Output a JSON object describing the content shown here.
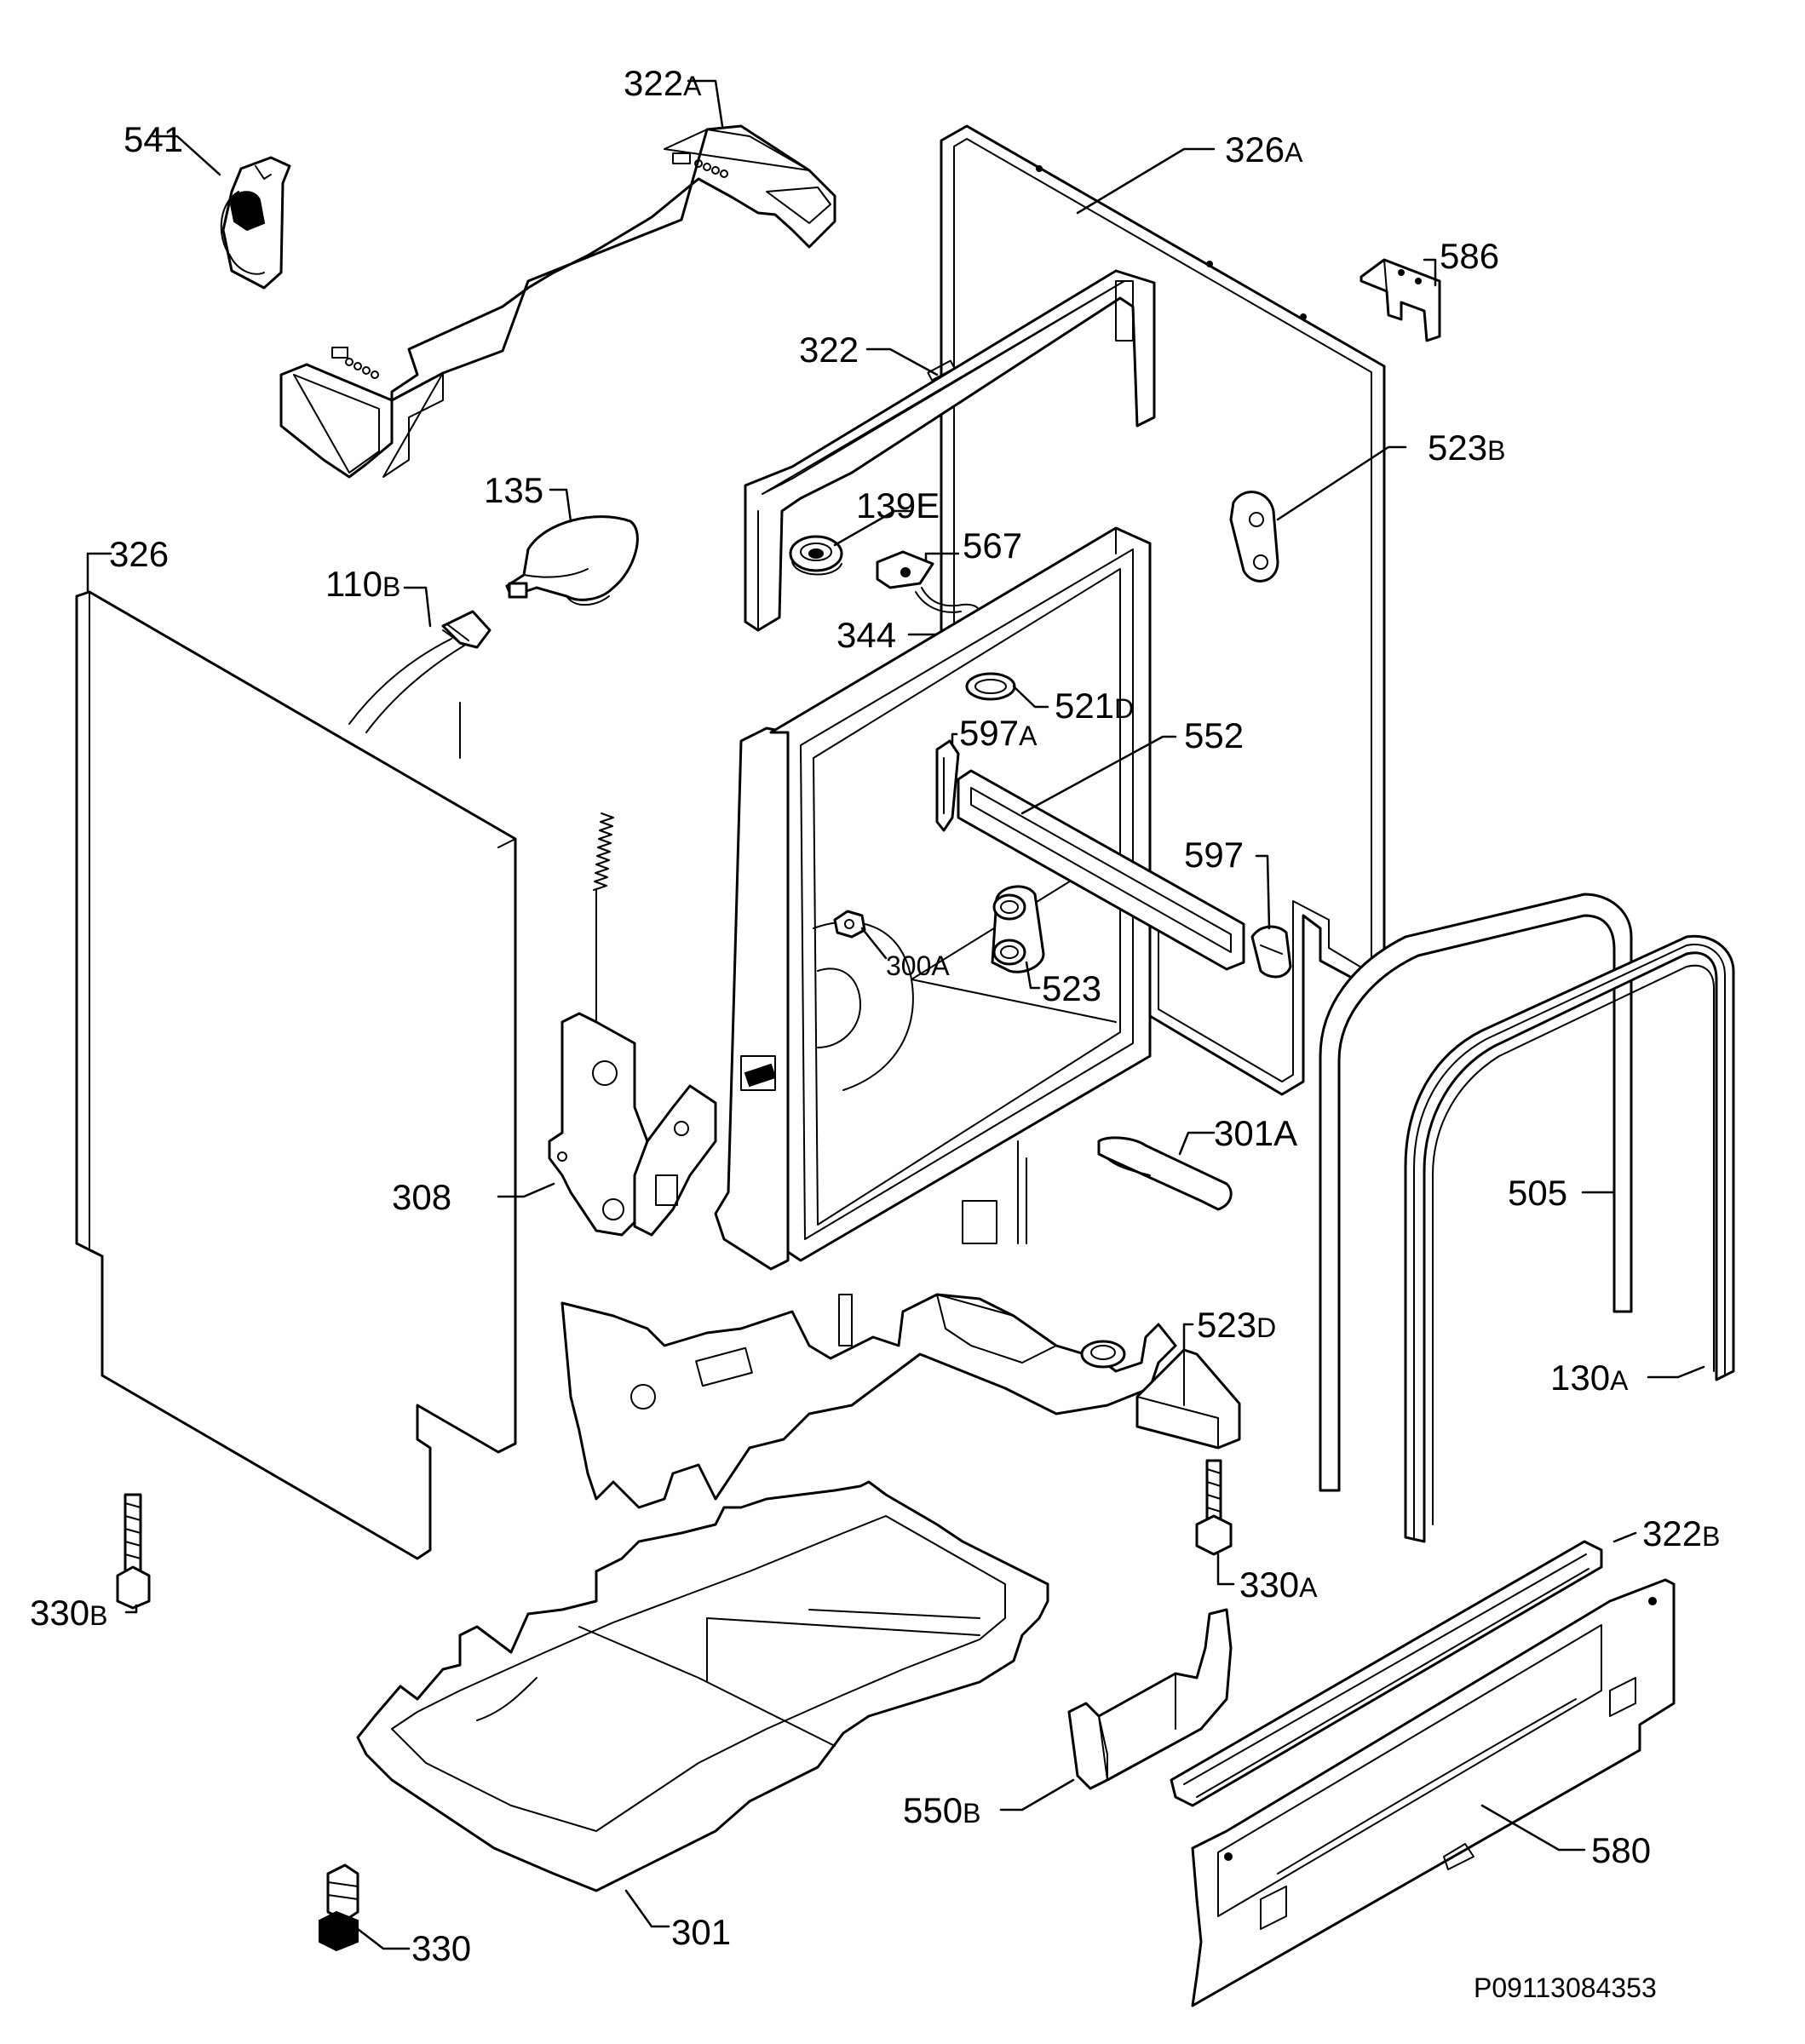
{
  "diagram": {
    "reference": "P09113084353",
    "parts": [
      {
        "id": "541",
        "num": "541",
        "suffix": ""
      },
      {
        "id": "322a",
        "num": "322",
        "suffix": "A"
      },
      {
        "id": "326a",
        "num": "326",
        "suffix": "A"
      },
      {
        "id": "586",
        "num": "586",
        "suffix": ""
      },
      {
        "id": "322",
        "num": "322",
        "suffix": ""
      },
      {
        "id": "523b",
        "num": "523",
        "suffix": "B"
      },
      {
        "id": "135",
        "num": "135",
        "suffix": ""
      },
      {
        "id": "139e",
        "num": "139E",
        "suffix": ""
      },
      {
        "id": "567",
        "num": "567",
        "suffix": ""
      },
      {
        "id": "326",
        "num": "326",
        "suffix": ""
      },
      {
        "id": "110b",
        "num": "110",
        "suffix": "B"
      },
      {
        "id": "344",
        "num": "344",
        "suffix": ""
      },
      {
        "id": "521d",
        "num": "521",
        "suffix": "D"
      },
      {
        "id": "597a",
        "num": "597",
        "suffix": "A"
      },
      {
        "id": "552",
        "num": "552",
        "suffix": ""
      },
      {
        "id": "597",
        "num": "597",
        "suffix": ""
      },
      {
        "id": "300a",
        "num": "300A",
        "suffix": ""
      },
      {
        "id": "523",
        "num": "523",
        "suffix": ""
      },
      {
        "id": "301a",
        "num": "301A",
        "suffix": ""
      },
      {
        "id": "308",
        "num": "308",
        "suffix": ""
      },
      {
        "id": "505",
        "num": "505",
        "suffix": ""
      },
      {
        "id": "523d",
        "num": "523",
        "suffix": "D"
      },
      {
        "id": "130a",
        "num": "130",
        "suffix": "A"
      },
      {
        "id": "322b",
        "num": "322",
        "suffix": "B"
      },
      {
        "id": "330a",
        "num": "330",
        "suffix": "A"
      },
      {
        "id": "330b",
        "num": "330",
        "suffix": "B"
      },
      {
        "id": "550b",
        "num": "550",
        "suffix": "B"
      },
      {
        "id": "580",
        "num": "580",
        "suffix": ""
      },
      {
        "id": "301",
        "num": "301",
        "suffix": ""
      },
      {
        "id": "330",
        "num": "330",
        "suffix": ""
      }
    ]
  }
}
